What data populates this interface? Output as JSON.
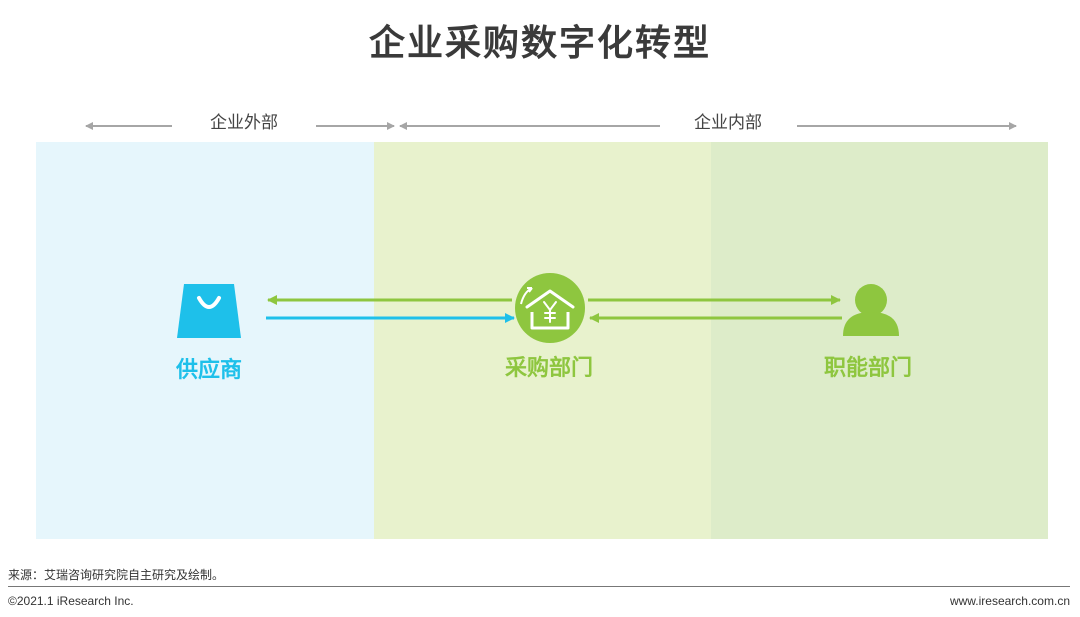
{
  "title": "企业采购数字化转型",
  "scopes": {
    "external": "企业外部",
    "internal": "企业内部"
  },
  "nodes": {
    "supplier": "供应商",
    "procurement": "采购部门",
    "functional": "职能部门"
  },
  "icons": {
    "supplier": "shopping-bag-icon",
    "procurement": "yuan-house-icon",
    "functional": "person-icon"
  },
  "footer": {
    "source": "来源：艾瑞咨询研究院自主研究及绘制。",
    "copyright": "©2021.1 iResearch Inc.",
    "website": "www.iresearch.com.cn"
  },
  "colors": {
    "blue": "#1ec0ea",
    "green": "#8ec63f",
    "title": "#3a3a3a",
    "gray_arrow": "#a6a6a6"
  }
}
